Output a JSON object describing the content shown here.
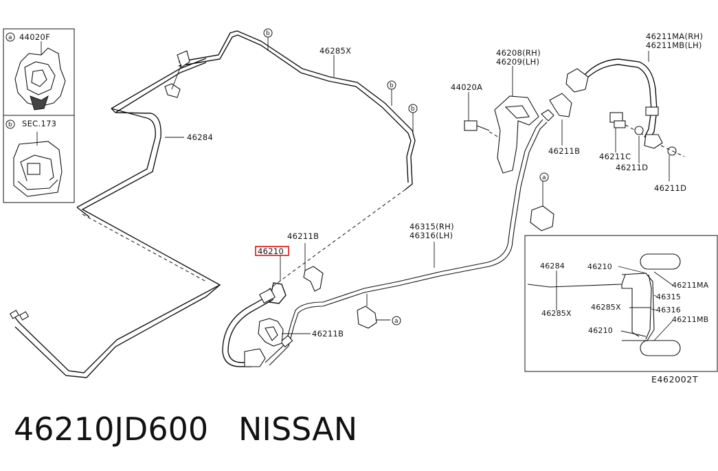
{
  "inset_left": {
    "a_label": "a",
    "a_part": "44020F",
    "b_label": "b",
    "b_part": "SEC.173"
  },
  "callouts": {
    "p46285x": "46285X",
    "p46284": "46284",
    "p46208": "46208(RH)",
    "p46209": "46209(LH)",
    "p44020a": "44020A",
    "p46211ma": "46211MA(RH)",
    "p46211mb": "46211MB(LH)",
    "p46211b_top": "46211B",
    "p46211c": "46211C",
    "p46211d_1": "46211D",
    "p46211d_2": "46211D",
    "p46210": "46210",
    "p46211b_mid": "46211B",
    "p46315": "46315(RH)",
    "p46316": "46316(LH)",
    "p46211b_low": "46211B"
  },
  "markers": {
    "b1": "b",
    "b2": "b",
    "b3": "b",
    "a_right": "a",
    "a_low": "a"
  },
  "inset_right": {
    "l46284": "46284",
    "l46285x": "46285X",
    "l46210_top": "46210",
    "l46285x_mid": "46285X",
    "l46210_bot": "46210",
    "l46211ma": "46211MA",
    "l46315": "46315",
    "l46316": "46316",
    "l46211mb": "46211MB"
  },
  "diagram_code": "E462002T",
  "footer": {
    "part_number": "46210JD600",
    "brand": "NISSAN"
  },
  "highlight_color": "#e01010"
}
